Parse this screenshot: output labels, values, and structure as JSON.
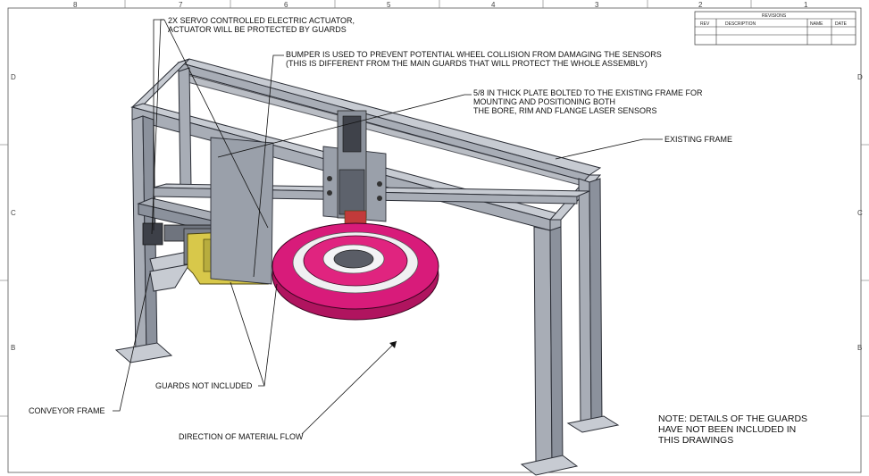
{
  "zone_numbers": [
    "8",
    "7",
    "6",
    "5",
    "4",
    "3",
    "2",
    "1"
  ],
  "zone_letters": [
    "D",
    "C",
    "B"
  ],
  "revisions": {
    "title": "REVISIONS",
    "columns": [
      "REV",
      "DESCRIPTION",
      "NAME",
      "DATE"
    ]
  },
  "callouts": {
    "actuator_line1": "2X SERVO CONTROLLED ELECTRIC ACTUATOR,",
    "actuator_line2": "ACTUATOR WILL BE PROTECTED BY GUARDS",
    "bumper_line1": "BUMPER IS USED TO PREVENT POTENTIAL WHEEL COLLISION FROM DAMAGING THE SENSORS",
    "bumper_line2": "(THIS IS DIFFERENT FROM THE MAIN GUARDS THAT WILL PROTECT THE WHOLE ASSEMBLY)",
    "plate_line1": "5/8 IN  THICK PLATE BOLTED TO THE EXISTING FRAME FOR",
    "plate_line2": "MOUNTING AND POSITIONING BOTH",
    "plate_line3": "THE BORE, RIM AND FLANGE LASER SENSORS",
    "existing_frame": "EXISTING FRAME",
    "guards_not_included": "GUARDS NOT INCLUDED",
    "conveyor_frame": "CONVEYOR FRAME",
    "direction_flow": "DIRECTION OF MATERIAL FLOW"
  },
  "note": {
    "line1": "NOTE: DETAILS OF THE GUARDS",
    "line2": "HAVE NOT BEEN INCLUDED IN",
    "line3": "THIS DRAWINGS"
  },
  "colors": {
    "frame": "#a8adb6",
    "wheel": "#d81b7a",
    "bumper": "#d8c84a",
    "plate": "#9aa0aa"
  }
}
